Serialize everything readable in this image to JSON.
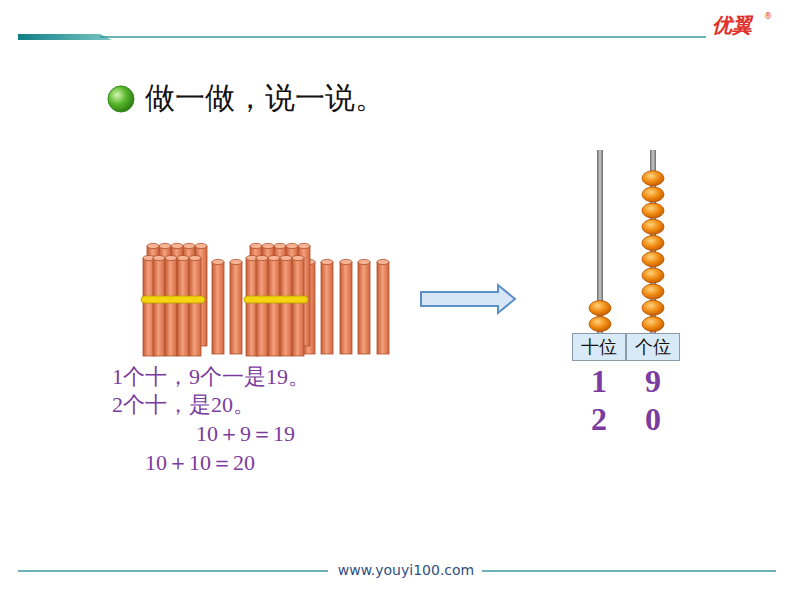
{
  "diagram": {
    "title": "做一做，说一说。",
    "nodes": [
      {
        "text": [
          "十位"
        ]
      },
      {
        "text": [
          "个位"
        ]
      }
    ],
    "labels": [
      "1个十，9个一是19。",
      "2个十，是20。",
      "10＋9＝19",
      "10＋10＝20",
      "1",
      "9",
      "2",
      "0",
      "优翼",
      "®",
      "www.youyi100.com"
    ]
  }
}
